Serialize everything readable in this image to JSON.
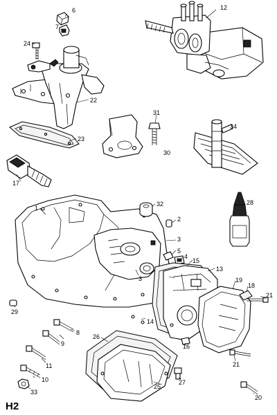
{
  "sheet_id": "H2",
  "callouts": {
    "c1": "1",
    "c2": "2",
    "c3a": "3",
    "c3b": "3",
    "c4": "4",
    "c5": "5",
    "c6": "6",
    "c7": "7",
    "c8": "8",
    "c9": "9",
    "c10": "10",
    "c11": "11",
    "c12": "12",
    "c13": "13",
    "c14": "14",
    "c15": "15",
    "c16": "16",
    "c17": "17",
    "c18": "18",
    "c19": "19",
    "c20": "20",
    "c21a": "21",
    "c21b": "21",
    "c22": "22",
    "c23": "23",
    "c24": "24",
    "c25": "25",
    "c26": "26",
    "c27": "27",
    "c28": "28",
    "c29": "29",
    "c30": "30",
    "c31": "31",
    "c32": "32",
    "c33": "33",
    "c34": "34"
  }
}
